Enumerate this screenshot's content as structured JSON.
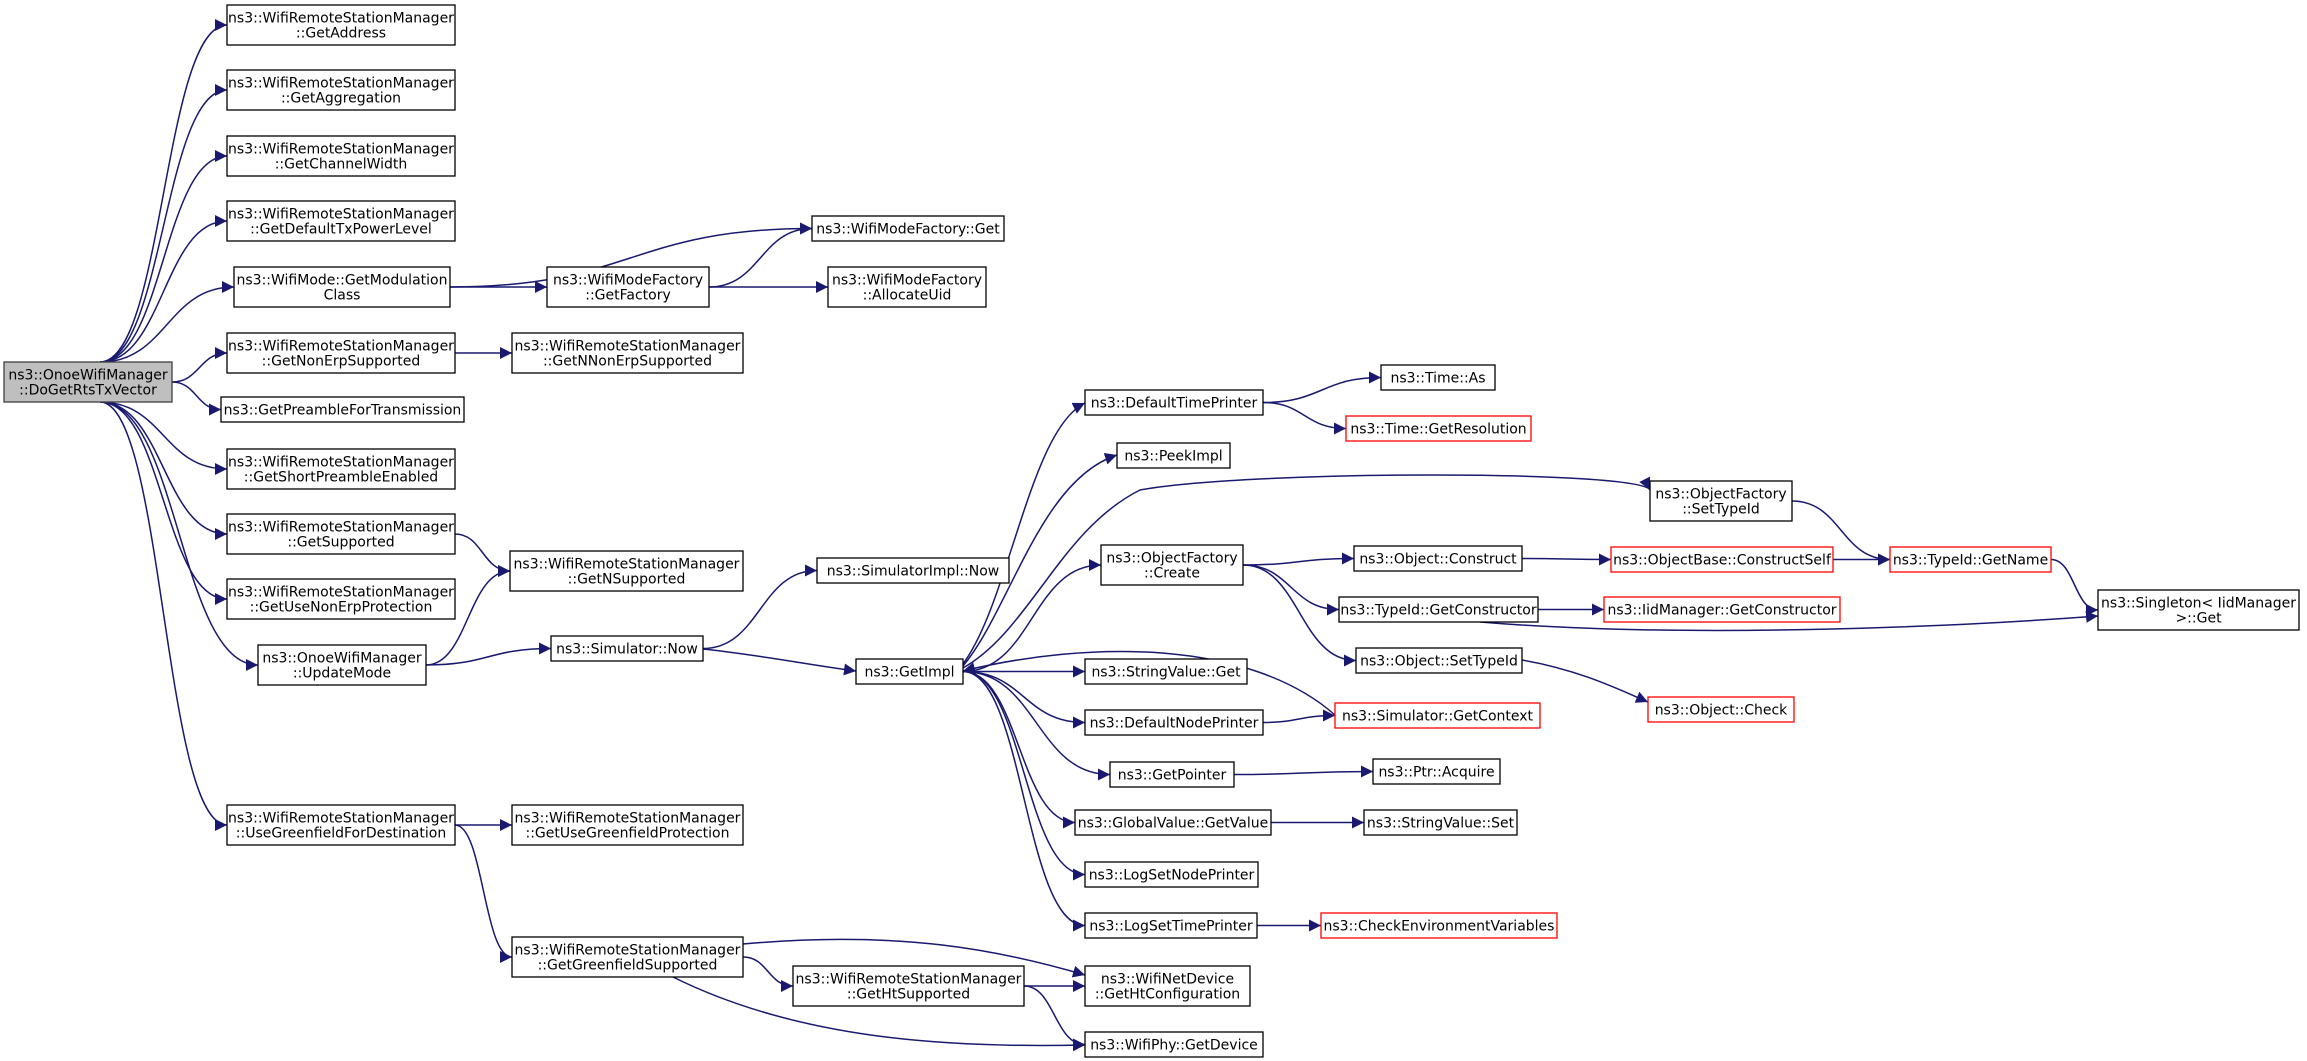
{
  "nodes": [
    {
      "id": "root",
      "lines": [
        "ns3::OnoeWifiManager",
        "::DoGetRtsTxVector"
      ],
      "kind": "root"
    },
    {
      "id": "getAddress",
      "lines": [
        "ns3::WifiRemoteStationManager",
        "::GetAddress"
      ]
    },
    {
      "id": "getAggregation",
      "lines": [
        "ns3::WifiRemoteStationManager",
        "::GetAggregation"
      ]
    },
    {
      "id": "getChannelWidth",
      "lines": [
        "ns3::WifiRemoteStationManager",
        "::GetChannelWidth"
      ]
    },
    {
      "id": "getDefaultTxPowerLevel",
      "lines": [
        "ns3::WifiRemoteStationManager",
        "::GetDefaultTxPowerLevel"
      ]
    },
    {
      "id": "getModulationClass",
      "lines": [
        "ns3::WifiMode::GetModulation",
        "Class"
      ]
    },
    {
      "id": "getNonErpSupported",
      "lines": [
        "ns3::WifiRemoteStationManager",
        "::GetNonErpSupported"
      ]
    },
    {
      "id": "getPreamble",
      "lines": [
        "ns3::GetPreambleForTransmission"
      ]
    },
    {
      "id": "getShortPreamble",
      "lines": [
        "ns3::WifiRemoteStationManager",
        "::GetShortPreambleEnabled"
      ]
    },
    {
      "id": "getSupported",
      "lines": [
        "ns3::WifiRemoteStationManager",
        "::GetSupported"
      ]
    },
    {
      "id": "getUseNonErp",
      "lines": [
        "ns3::WifiRemoteStationManager",
        "::GetUseNonErpProtection"
      ]
    },
    {
      "id": "updateMode",
      "lines": [
        "ns3::OnoeWifiManager",
        "::UpdateMode"
      ]
    },
    {
      "id": "useGreenfield",
      "lines": [
        "ns3::WifiRemoteStationManager",
        "::UseGreenfieldForDestination"
      ]
    },
    {
      "id": "wifiModeFactoryGet",
      "lines": [
        "ns3::WifiModeFactory::Get"
      ]
    },
    {
      "id": "getFactory",
      "lines": [
        "ns3::WifiModeFactory",
        "::GetFactory"
      ]
    },
    {
      "id": "allocateUid",
      "lines": [
        "ns3::WifiModeFactory",
        "::AllocateUid"
      ]
    },
    {
      "id": "getNNonErp",
      "lines": [
        "ns3::WifiRemoteStationManager",
        "::GetNNonErpSupported"
      ]
    },
    {
      "id": "getNSupported",
      "lines": [
        "ns3::WifiRemoteStationManager",
        "::GetNSupported"
      ]
    },
    {
      "id": "simulatorNow",
      "lines": [
        "ns3::Simulator::Now"
      ]
    },
    {
      "id": "simImplNow",
      "lines": [
        "ns3::SimulatorImpl::Now"
      ]
    },
    {
      "id": "getUseGreenfield",
      "lines": [
        "ns3::WifiRemoteStationManager",
        "::GetUseGreenfieldProtection"
      ]
    },
    {
      "id": "getGreenfieldSupported",
      "lines": [
        "ns3::WifiRemoteStationManager",
        "::GetGreenfieldSupported"
      ]
    },
    {
      "id": "getHtSupported",
      "lines": [
        "ns3::WifiRemoteStationManager",
        "::GetHtSupported"
      ]
    },
    {
      "id": "getHtConfiguration",
      "lines": [
        "ns3::WifiNetDevice",
        "::GetHtConfiguration"
      ]
    },
    {
      "id": "getDevice",
      "lines": [
        "ns3::WifiPhy::GetDevice"
      ]
    },
    {
      "id": "getImpl",
      "lines": [
        "ns3::GetImpl"
      ]
    },
    {
      "id": "defaultTimePrinter",
      "lines": [
        "ns3::DefaultTimePrinter"
      ]
    },
    {
      "id": "peekImpl",
      "lines": [
        "ns3::PeekImpl"
      ]
    },
    {
      "id": "objectFactoryCreate",
      "lines": [
        "ns3::ObjectFactory",
        "::Create"
      ]
    },
    {
      "id": "stringValueGet",
      "lines": [
        "ns3::StringValue::Get"
      ]
    },
    {
      "id": "defaultNodePrinter",
      "lines": [
        "ns3::DefaultNodePrinter"
      ]
    },
    {
      "id": "getPointer",
      "lines": [
        "ns3::GetPointer"
      ]
    },
    {
      "id": "globalValueGetValue",
      "lines": [
        "ns3::GlobalValue::GetValue"
      ]
    },
    {
      "id": "logSetNodePrinter",
      "lines": [
        "ns3::LogSetNodePrinter"
      ]
    },
    {
      "id": "logSetTimePrinter",
      "lines": [
        "ns3::LogSetTimePrinter"
      ]
    },
    {
      "id": "timeAs",
      "lines": [
        "ns3::Time::As"
      ]
    },
    {
      "id": "timeGetResolution",
      "lines": [
        "ns3::Time::GetResolution"
      ],
      "kind": "red"
    },
    {
      "id": "objectFactorySetTypeId",
      "lines": [
        "ns3::ObjectFactory",
        "::SetTypeId"
      ]
    },
    {
      "id": "objectConstruct",
      "lines": [
        "ns3::Object::Construct"
      ]
    },
    {
      "id": "typeIdGetConstructor",
      "lines": [
        "ns3::TypeId::GetConstructor"
      ]
    },
    {
      "id": "objectSetTypeId",
      "lines": [
        "ns3::Object::SetTypeId"
      ]
    },
    {
      "id": "simulatorGetContext",
      "lines": [
        "ns3::Simulator::GetContext"
      ],
      "kind": "red"
    },
    {
      "id": "ptrAcquire",
      "lines": [
        "ns3::Ptr::Acquire"
      ]
    },
    {
      "id": "stringValueSet",
      "lines": [
        "ns3::StringValue::Set"
      ]
    },
    {
      "id": "checkEnvVars",
      "lines": [
        "ns3::CheckEnvironmentVariables"
      ],
      "kind": "red"
    },
    {
      "id": "objectBaseConstructSelf",
      "lines": [
        "ns3::ObjectBase::ConstructSelf"
      ],
      "kind": "red"
    },
    {
      "id": "iidManagerGetConstructor",
      "lines": [
        "ns3::IidManager::GetConstructor"
      ],
      "kind": "red"
    },
    {
      "id": "objectCheck",
      "lines": [
        "ns3::Object::Check"
      ],
      "kind": "red"
    },
    {
      "id": "typeIdGetName",
      "lines": [
        "ns3::TypeId::GetName"
      ],
      "kind": "red"
    },
    {
      "id": "singletonGet",
      "lines": [
        "ns3::Singleton< IidManager",
        " >::Get"
      ]
    }
  ],
  "edges": [
    [
      "root",
      "getAddress"
    ],
    [
      "root",
      "getAggregation"
    ],
    [
      "root",
      "getChannelWidth"
    ],
    [
      "root",
      "getDefaultTxPowerLevel"
    ],
    [
      "root",
      "getModulationClass"
    ],
    [
      "root",
      "getNonErpSupported"
    ],
    [
      "root",
      "getPreamble"
    ],
    [
      "root",
      "getShortPreamble"
    ],
    [
      "root",
      "getSupported"
    ],
    [
      "root",
      "getUseNonErp"
    ],
    [
      "root",
      "updateMode"
    ],
    [
      "root",
      "useGreenfield"
    ],
    [
      "getModulationClass",
      "wifiModeFactoryGet"
    ],
    [
      "getModulationClass",
      "getFactory"
    ],
    [
      "getFactory",
      "wifiModeFactoryGet"
    ],
    [
      "getFactory",
      "allocateUid"
    ],
    [
      "getNonErpSupported",
      "getNNonErp"
    ],
    [
      "getSupported",
      "getNSupported"
    ],
    [
      "updateMode",
      "getNSupported"
    ],
    [
      "updateMode",
      "simulatorNow"
    ],
    [
      "simulatorNow",
      "simImplNow"
    ],
    [
      "simulatorNow",
      "getImpl"
    ],
    [
      "useGreenfield",
      "getUseGreenfield"
    ],
    [
      "useGreenfield",
      "getGreenfieldSupported"
    ],
    [
      "getGreenfieldSupported",
      "getHtSupported"
    ],
    [
      "getGreenfieldSupported",
      "getHtConfiguration"
    ],
    [
      "getGreenfieldSupported",
      "getDevice"
    ],
    [
      "getHtSupported",
      "getHtConfiguration"
    ],
    [
      "getHtSupported",
      "getDevice"
    ],
    [
      "getImpl",
      "defaultTimePrinter"
    ],
    [
      "getImpl",
      "peekImpl"
    ],
    [
      "getImpl",
      "simulatorNow"
    ],
    [
      "getImpl",
      "objectFactoryCreate"
    ],
    [
      "getImpl",
      "stringValueGet"
    ],
    [
      "getImpl",
      "defaultNodePrinter"
    ],
    [
      "getImpl",
      "getPointer"
    ],
    [
      "getImpl",
      "globalValueGetValue"
    ],
    [
      "getImpl",
      "logSetNodePrinter"
    ],
    [
      "getImpl",
      "logSetTimePrinter"
    ],
    [
      "defaultTimePrinter",
      "timeAs"
    ],
    [
      "defaultTimePrinter",
      "timeGetResolution"
    ],
    [
      "objectFactoryCreate",
      "objectConstruct"
    ],
    [
      "objectFactoryCreate",
      "typeIdGetConstructor"
    ],
    [
      "objectFactoryCreate",
      "objectSetTypeId"
    ],
    [
      "objectConstruct",
      "objectBaseConstructSelf"
    ],
    [
      "objectBaseConstructSelf",
      "typeIdGetName"
    ],
    [
      "objectFactorySetTypeId",
      "typeIdGetName"
    ],
    [
      "typeIdGetName",
      "singletonGet"
    ],
    [
      "typeIdGetConstructor",
      "iidManagerGetConstructor"
    ],
    [
      "typeIdGetConstructor",
      "singletonGet"
    ],
    [
      "objectSetTypeId",
      "objectCheck"
    ],
    [
      "defaultNodePrinter",
      "simulatorGetContext"
    ],
    [
      "simulatorGetContext",
      "getImpl"
    ],
    [
      "getPointer",
      "ptrAcquire"
    ],
    [
      "globalValueGetValue",
      "stringValueSet"
    ],
    [
      "logSetTimePrinter",
      "checkEnvVars"
    ]
  ]
}
